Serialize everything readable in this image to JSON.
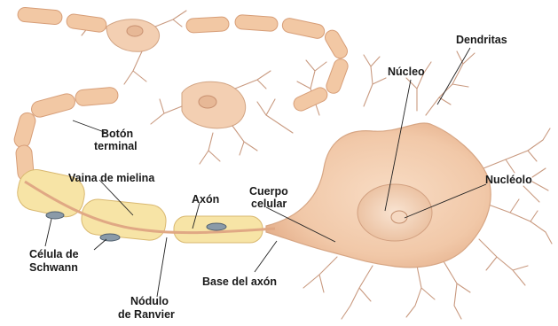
{
  "labels": {
    "dendritas": "Dendritas",
    "nucleo": "Núcleo",
    "nucleolo": "Nucléolo",
    "boton_line1": "Botón",
    "boton_line2": "terminal",
    "vaina": "Vaina de mielina",
    "axon": "Axón",
    "cuerpo_line1": "Cuerpo",
    "cuerpo_line2": "celular",
    "celula_line1": "Célula de",
    "celula_line2": "Schwann",
    "base": "Base del axón",
    "nodulo_line1": "Nódulo",
    "nodulo_line2": "de Ranvier"
  },
  "colors": {
    "soma_fill": "#f3cfb2",
    "soma_shade": "#e8b896",
    "dendrite": "#c99a80",
    "myelin": "#f7e4a6",
    "myelin_edge": "#d9b870",
    "axon_segment": "#f2c8a4",
    "axon_segment_edge": "#d79e78",
    "schwann_nucleus": "#8a9aa8",
    "text": "#1a1a1a"
  }
}
